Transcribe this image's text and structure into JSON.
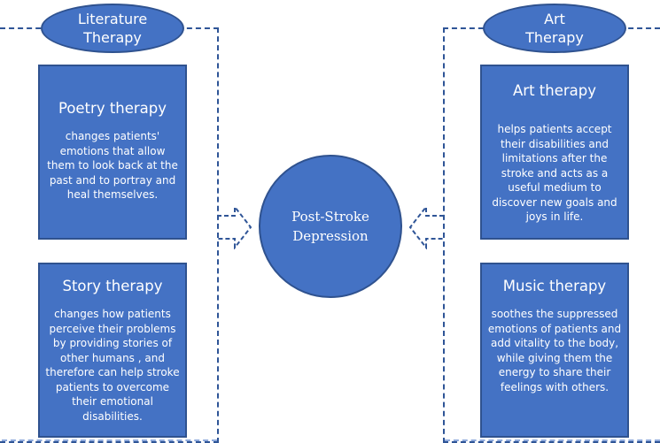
{
  "diagram": {
    "center": {
      "line1": "Post-Stroke",
      "line2": "Depression"
    },
    "left_group": {
      "header_line1": "Literature",
      "header_line2": "Therapy",
      "cards": [
        {
          "title": "Poetry therapy",
          "body": "changes patients' emotions that allow them to look back at the past and to portray and heal themselves."
        },
        {
          "title": "Story therapy",
          "body": "changes how patients perceive their problems by providing stories of other humans , and therefore can help stroke patients to overcome their emotional disabilities."
        }
      ]
    },
    "right_group": {
      "header_line1": "Art",
      "header_line2": "Therapy",
      "cards": [
        {
          "title": "Art therapy",
          "body": "helps patients accept their disabilities and limitations after the stroke and acts as a useful medium to discover new goals and joys in life."
        },
        {
          "title": "Music therapy",
          "body": "soothes the suppressed emotions of patients and add vitality to the body, while giving them the energy to share their feelings with others."
        }
      ]
    },
    "colors": {
      "fill": "#4472C4",
      "outline": "#2F528F",
      "dashed_border": "#2F5597",
      "text": "#FFFFFF"
    },
    "arrows": [
      {
        "from": "Literature Therapy",
        "to": "Post-Stroke Depression",
        "direction": "right"
      },
      {
        "from": "Art Therapy",
        "to": "Post-Stroke Depression",
        "direction": "left"
      }
    ]
  }
}
